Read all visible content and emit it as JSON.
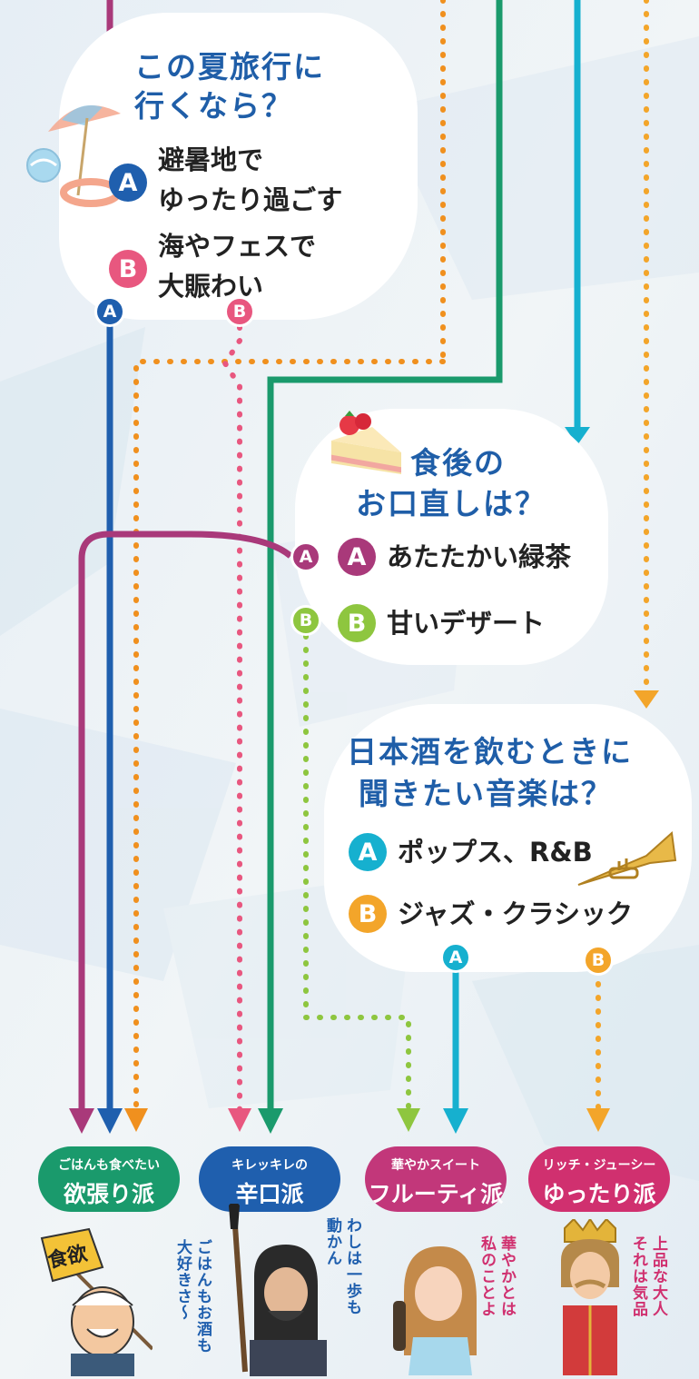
{
  "colors": {
    "blue": "#1f5fae",
    "pink": "#e8577f",
    "orange": "#f0901e",
    "green": "#1a9a6c",
    "cyan": "#16b0cf",
    "magenta": "#a9397a",
    "lime": "#8ec63f",
    "amber": "#f3a52a",
    "title_blue": "#1f5ea8"
  },
  "q1": {
    "title": "この夏旅行に\n行くなら？",
    "options": [
      {
        "badge": "A",
        "text": "避暑地で\nゆったり過ごす",
        "color": "#1f5fae"
      },
      {
        "badge": "B",
        "text": "海やフェスで\n大賑わい",
        "color": "#e8577f"
      }
    ],
    "path_badges": [
      "A",
      "B"
    ]
  },
  "q2": {
    "title_line1": "食後の",
    "title_line2": "お口直しは？",
    "options": [
      {
        "badge": "A",
        "text": "あたたかい緑茶",
        "color": "#a9397a"
      },
      {
        "badge": "B",
        "text": "甘いデザート",
        "color": "#8ec63f"
      }
    ],
    "path_badges": [
      "A",
      "B"
    ]
  },
  "q3": {
    "title_line1": "日本酒を飲むときに",
    "title_line2": "聞きたい音楽は？",
    "options": [
      {
        "badge": "A",
        "text": "ポップス、R&B",
        "color": "#16b0cf"
      },
      {
        "badge": "B",
        "text": "ジャズ・クラシック",
        "color": "#f3a52a"
      }
    ],
    "path_badges": [
      "A",
      "B"
    ]
  },
  "results": [
    {
      "sub": "ごはんも食べたい",
      "main": "欲張り派",
      "color": "#1a9a6c",
      "comment": "ごはんもお酒も\n大好きさ〜",
      "comment_color": "#1f5fae",
      "flag_text": "食欲"
    },
    {
      "sub": "キレッキレの",
      "main": "辛口派",
      "color": "#1f5fae",
      "comment": "わしは一歩も\n動かん",
      "comment_color": "#1f5fae"
    },
    {
      "sub": "華やかスイート",
      "main": "フルーティ派",
      "color": "#c2377a",
      "comment": "華やかとは\n私のことよ",
      "comment_color": "#d0306f"
    },
    {
      "sub": "リッチ・ジューシー",
      "main": "ゆったり派",
      "color": "#d0306f",
      "comment": "上品な大人\nそれは気品",
      "comment_color": "#d0306f"
    }
  ]
}
